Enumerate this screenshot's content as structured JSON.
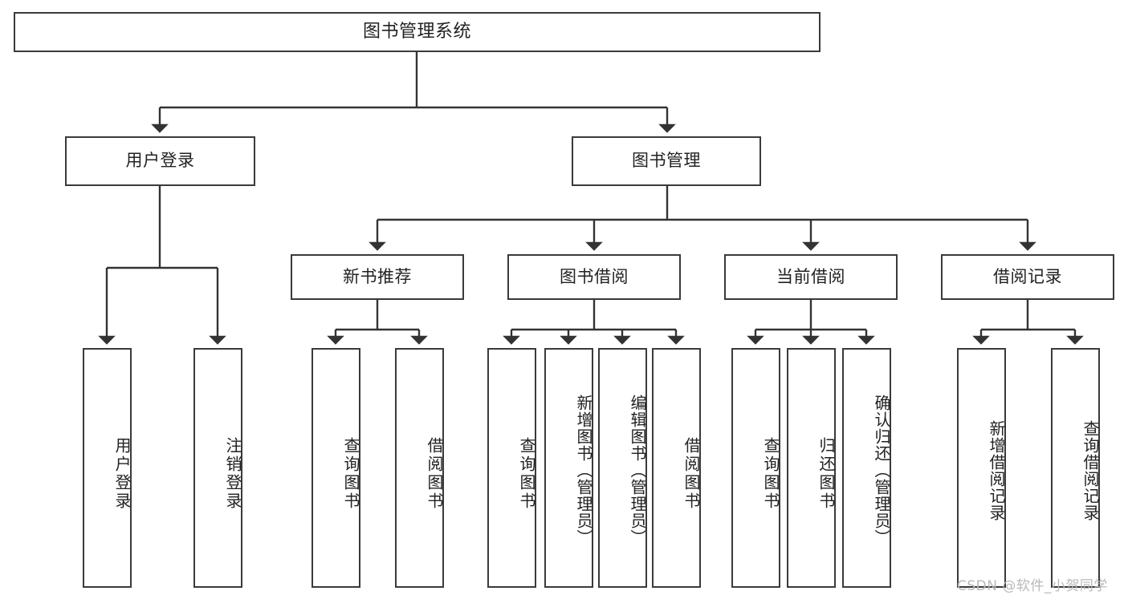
{
  "diagram": {
    "title": "图书管理系统",
    "type": "hierarchy-tree",
    "levels": 4,
    "colors": {
      "box_border": "#3a3a3a",
      "box_fill": "#ffffff",
      "edge": "#333333",
      "text": "#222222",
      "watermark": "#b9b9b9",
      "background": "#ffffff"
    }
  },
  "root": {
    "label": "图书管理系统"
  },
  "level2": [
    {
      "label": "用户登录"
    },
    {
      "label": "图书管理"
    }
  ],
  "level3": [
    {
      "label": "新书推荐"
    },
    {
      "label": "图书借阅"
    },
    {
      "label": "当前借阅"
    },
    {
      "label": "借阅记录"
    }
  ],
  "leaves": {
    "user_login": [
      {
        "label": "用户登录"
      },
      {
        "label": "注销登录"
      }
    ],
    "new_book_recommend": [
      {
        "label": "查询图书"
      },
      {
        "label": "借阅图书"
      }
    ],
    "book_borrow": [
      {
        "label": "查询图书"
      },
      {
        "label": "新增图书（管理员）"
      },
      {
        "label": "编辑图书（管理员）"
      },
      {
        "label": "借阅图书"
      }
    ],
    "current_borrow": [
      {
        "label": "查询图书"
      },
      {
        "label": "归还图书"
      },
      {
        "label": "确认归还（管理员）"
      }
    ],
    "borrow_record": [
      {
        "label": "新增借阅记录"
      },
      {
        "label": "查询借阅记录"
      }
    ]
  },
  "watermark": {
    "text": "CSDN @软件_小贺同学"
  }
}
